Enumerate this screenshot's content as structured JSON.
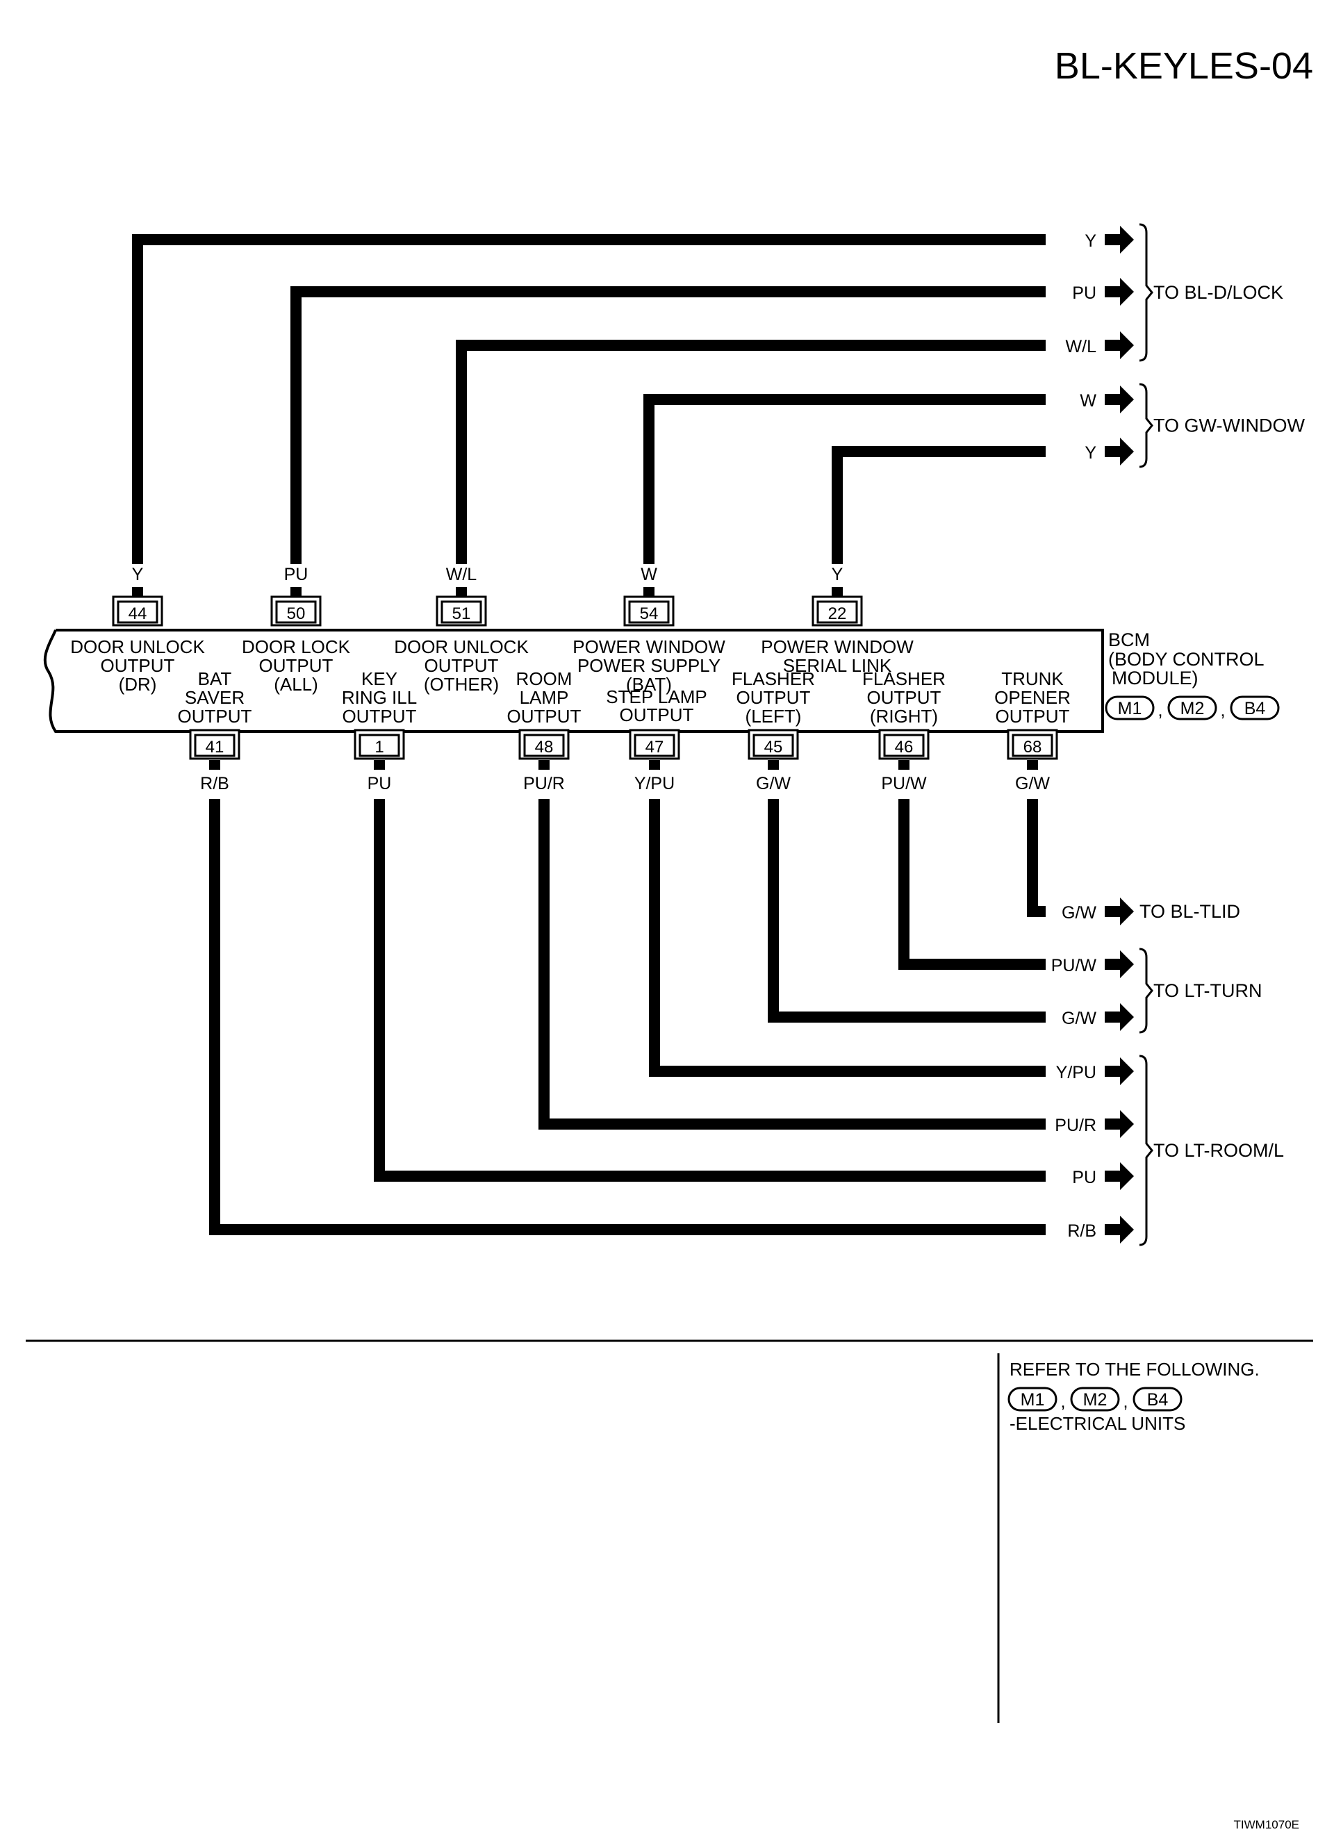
{
  "page_code": "BL-KEYLES-04",
  "figure_code": "TIWM1070E",
  "bcm": {
    "name": "BCM",
    "desc_line1": "(BODY CONTROL",
    "desc_line2": "MODULE)",
    "connectors": [
      "M1",
      "M2",
      "B4"
    ]
  },
  "top_terminals": [
    {
      "id": "t44",
      "pin": "44",
      "color": "Y",
      "label": [
        "DOOR UNLOCK",
        "OUTPUT",
        "(DR)"
      ]
    },
    {
      "id": "t50",
      "pin": "50",
      "color": "PU",
      "label": [
        "DOOR LOCK",
        "OUTPUT",
        "(ALL)"
      ]
    },
    {
      "id": "t51",
      "pin": "51",
      "color": "W/L",
      "label": [
        "DOOR UNLOCK",
        "OUTPUT",
        "(OTHER)"
      ]
    },
    {
      "id": "t54",
      "pin": "54",
      "color": "W",
      "label": [
        "POWER WINDOW",
        "POWER SUPPLY",
        "(BAT)"
      ]
    },
    {
      "id": "t22",
      "pin": "22",
      "color": "Y",
      "label": [
        "POWER WINDOW",
        "SERIAL LINK"
      ]
    }
  ],
  "bottom_terminals": [
    {
      "id": "t41",
      "pin": "41",
      "color": "R/B",
      "label": [
        "BAT",
        "SAVER",
        "OUTPUT"
      ]
    },
    {
      "id": "t1",
      "pin": "1",
      "color": "PU",
      "label": [
        "KEY",
        "RING ILL",
        "OUTPUT"
      ]
    },
    {
      "id": "t48",
      "pin": "48",
      "color": "PU/R",
      "label": [
        "ROOM",
        "LAMP",
        "OUTPUT"
      ]
    },
    {
      "id": "t47",
      "pin": "47",
      "color": "Y/PU",
      "label": [
        "STEP LAMP",
        "OUTPUT"
      ]
    },
    {
      "id": "t45",
      "pin": "45",
      "color": "G/W",
      "label": [
        "FLASHER",
        "OUTPUT",
        "(LEFT)"
      ]
    },
    {
      "id": "t46",
      "pin": "46",
      "color": "PU/W",
      "label": [
        "FLASHER",
        "OUTPUT",
        "(RIGHT)"
      ]
    },
    {
      "id": "t68",
      "pin": "68",
      "color": "G/W",
      "label": [
        "TRUNK",
        "OPENER",
        "OUTPUT"
      ]
    }
  ],
  "outputs": [
    {
      "from": "t44",
      "color": "Y"
    },
    {
      "from": "t50",
      "color": "PU"
    },
    {
      "from": "t51",
      "color": "W/L"
    },
    {
      "from": "t54",
      "color": "W"
    },
    {
      "from": "t22",
      "color": "Y"
    },
    {
      "from": "t68",
      "color": "G/W"
    },
    {
      "from": "t46",
      "color": "PU/W"
    },
    {
      "from": "t45",
      "color": "G/W"
    },
    {
      "from": "t47",
      "color": "Y/PU"
    },
    {
      "from": "t48",
      "color": "PU/R"
    },
    {
      "from": "t1",
      "color": "PU"
    },
    {
      "from": "t41",
      "color": "R/B"
    }
  ],
  "destinations": [
    {
      "label": "TO BL-D/LOCK",
      "outputs": [
        0,
        1,
        2
      ]
    },
    {
      "label": "TO GW-WINDOW",
      "outputs": [
        3,
        4
      ]
    },
    {
      "label": "TO BL-TLID",
      "outputs": [
        5
      ]
    },
    {
      "label": "TO LT-TURN",
      "outputs": [
        6,
        7
      ]
    },
    {
      "label": "TO LT-ROOM/L",
      "outputs": [
        8,
        9,
        10,
        11
      ]
    }
  ],
  "reference": {
    "line1": "REFER TO THE FOLLOWING.",
    "connectors": [
      "M1",
      "M2",
      "B4"
    ],
    "line3": "-ELECTRICAL UNITS"
  }
}
